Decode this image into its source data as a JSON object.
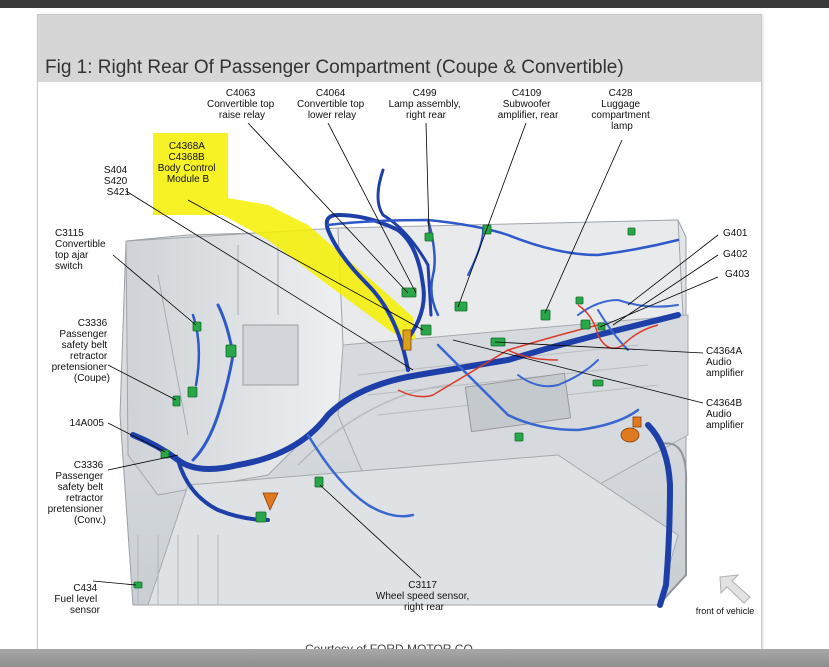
{
  "figure": {
    "title": "Fig 1: Right Rear Of Passenger Compartment (Coupe & Convertible)",
    "courtesy": "Courtesy of FORD MOTOR CO."
  },
  "callouts": {
    "c4063": [
      "C4063",
      "Convertible top",
      "raise relay"
    ],
    "c4064": [
      "C4064",
      "Convertible top",
      "lower relay"
    ],
    "c499": [
      "C499",
      "Lamp assembly,",
      "right rear"
    ],
    "c4109": [
      "C4109",
      "Subwoofer",
      "amplifier, rear"
    ],
    "c428": [
      "C428",
      "Luggage",
      "compartment",
      "lamp"
    ],
    "c4368": [
      "C4368A",
      "C4368B",
      "Body Control",
      "Module B"
    ],
    "s404": [
      "S404",
      "S420",
      "S421"
    ],
    "c3115": [
      "C3115",
      "Convertible",
      "top ajar",
      "switch"
    ],
    "c3336_coupe": [
      "C3336",
      "Passenger",
      "safety belt",
      "retractor",
      "pretensioner",
      "(Coupe)"
    ],
    "c14a005": [
      "14A005"
    ],
    "c3336_conv": [
      "C3336",
      "Passenger",
      "safety belt",
      "retractor",
      "pretensioner",
      "(Conv.)"
    ],
    "c434": [
      "C434",
      "Fuel level",
      "sensor"
    ],
    "c3117": [
      "C3117",
      "Wheel speed sensor,",
      "right rear"
    ],
    "g401": [
      "G401"
    ],
    "g402": [
      "G402"
    ],
    "g403": [
      "G403"
    ],
    "c4364a": [
      "C4364A",
      "Audio",
      "amplifier"
    ],
    "c4364b": [
      "C4364B",
      "Audio",
      "amplifier"
    ],
    "front": [
      "front of vehicle"
    ]
  },
  "colors": {
    "highlight": "#f4f000",
    "harness": "#1e3fa8",
    "connector": "#2aa64a",
    "ground_wire": "#d83a2a",
    "fastener": "#e07a20"
  }
}
